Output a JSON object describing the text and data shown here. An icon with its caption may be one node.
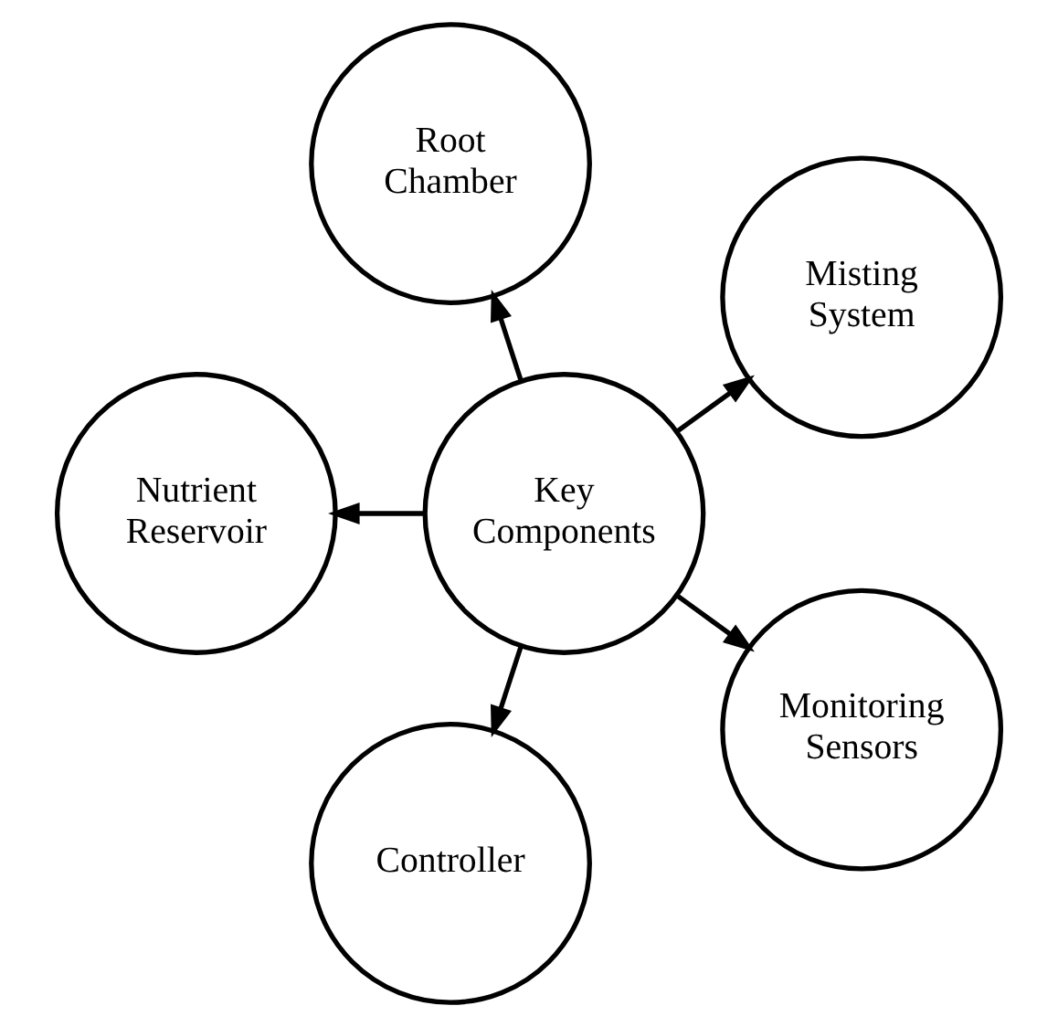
{
  "diagram": {
    "nodes": [
      {
        "text": [
          "Key Components"
        ]
      },
      {
        "text": [
          "Misting System"
        ]
      },
      {
        "text": [
          "Root Chamber"
        ]
      },
      {
        "text": [
          "Nutrient Reservoir"
        ]
      },
      {
        "text": [
          "Controller"
        ]
      },
      {
        "text": [
          "Monitoring Sensors"
        ]
      }
    ],
    "edges": [
      {
        "from": 0,
        "to": 1,
        "arrow": "to"
      },
      {
        "from": 0,
        "to": 2,
        "arrow": "to"
      },
      {
        "from": 0,
        "to": 3,
        "arrow": "to"
      },
      {
        "from": 0,
        "to": 4,
        "arrow": "to"
      },
      {
        "from": 0,
        "to": 5,
        "arrow": "to"
      }
    ]
  }
}
